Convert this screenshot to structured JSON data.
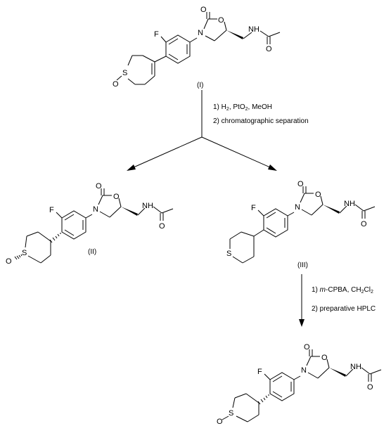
{
  "compounds": [
    {
      "id": "I",
      "label": "(I)",
      "atoms": {
        "F": "F",
        "O_carbonyl": "O",
        "O_ring": "O",
        "N_ring": "N",
        "NH": "NH",
        "O_amide": "O",
        "S": "S",
        "O_sulfoxide": "O"
      }
    },
    {
      "id": "II",
      "label": "(II)",
      "atoms": {
        "F": "F",
        "O_carbonyl": "O",
        "O_ring": "O",
        "N_ring": "N",
        "NH": "NH",
        "O_amide": "O",
        "S": "S",
        "O_sulfoxide": "O"
      }
    },
    {
      "id": "III",
      "label": "(III)",
      "atoms": {
        "F": "F",
        "O_carbonyl": "O",
        "O_ring": "O",
        "N_ring": "N",
        "NH": "NH",
        "O_amide": "O",
        "S": "S"
      }
    },
    {
      "id": "product",
      "label": "",
      "atoms": {
        "F": "F",
        "O_carbonyl": "O",
        "O_ring": "O",
        "N_ring": "N",
        "NH": "NH",
        "O_amide": "O",
        "S": "S",
        "O_sulfoxide": "O"
      }
    }
  ],
  "step1": {
    "line1": {
      "text": "1) H",
      "sub1": "2",
      "mid": ", PtO",
      "sub2": "2",
      "end": ", MeOH"
    },
    "line2": "2) chromatographic separation"
  },
  "step2": {
    "line1": {
      "pre": "1) ",
      "italic": "m",
      "text": "-CPBA, CH",
      "sub1": "2",
      "mid": "Cl",
      "sub2": "2"
    },
    "line2": "2) preparative HPLC"
  }
}
